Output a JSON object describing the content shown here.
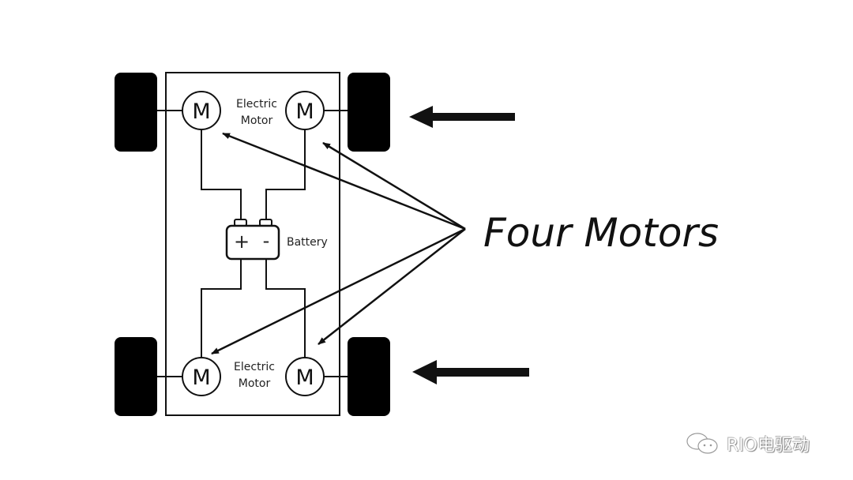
{
  "diagram": {
    "title": "Four Motors",
    "motor_symbol": "M",
    "labels": {
      "top_motor_label_line1": "Electric",
      "top_motor_label_line2": "Motor",
      "bottom_motor_label_line1": "Electric",
      "bottom_motor_label_line2": "Motor",
      "battery": "Battery",
      "battery_plus": "+",
      "battery_minus": "-"
    },
    "motors": [
      {
        "id": "front-left",
        "symbol": "M"
      },
      {
        "id": "front-right",
        "symbol": "M"
      },
      {
        "id": "rear-left",
        "symbol": "M"
      },
      {
        "id": "rear-right",
        "symbol": "M"
      }
    ],
    "wheels": [
      "front-left",
      "front-right",
      "rear-left",
      "rear-right"
    ],
    "direction_arrows": [
      "front",
      "rear"
    ],
    "colors": {
      "ink": "#111111",
      "background": "#ffffff"
    }
  },
  "watermark": {
    "icon": "wechat-icon",
    "text": "RIO电驱动"
  }
}
